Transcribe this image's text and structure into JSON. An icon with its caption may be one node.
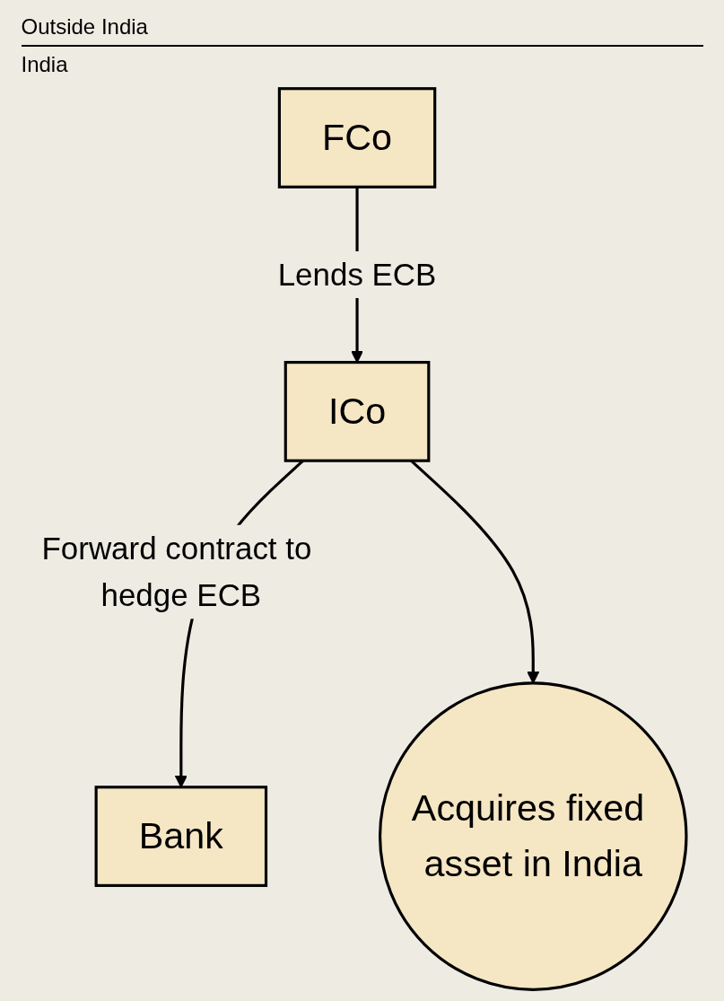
{
  "diagram": {
    "nodes": [
      {
        "text": [
          "FCo"
        ]
      },
      {
        "text": [
          "ICo"
        ]
      },
      {
        "text": [
          "Bank"
        ]
      },
      {
        "text": [
          "Acquires fixed asset in India"
        ]
      }
    ],
    "edges": [
      {
        "from": 0,
        "to": 1,
        "arrow": "to",
        "label": "Lends ECB"
      },
      {
        "from": 1,
        "to": 2,
        "arrow": "to",
        "label": "Forward contract to hedge ECB"
      },
      {
        "from": 1,
        "to": 3,
        "arrow": "to"
      }
    ],
    "labels": [
      "Outside India",
      "India"
    ]
  }
}
